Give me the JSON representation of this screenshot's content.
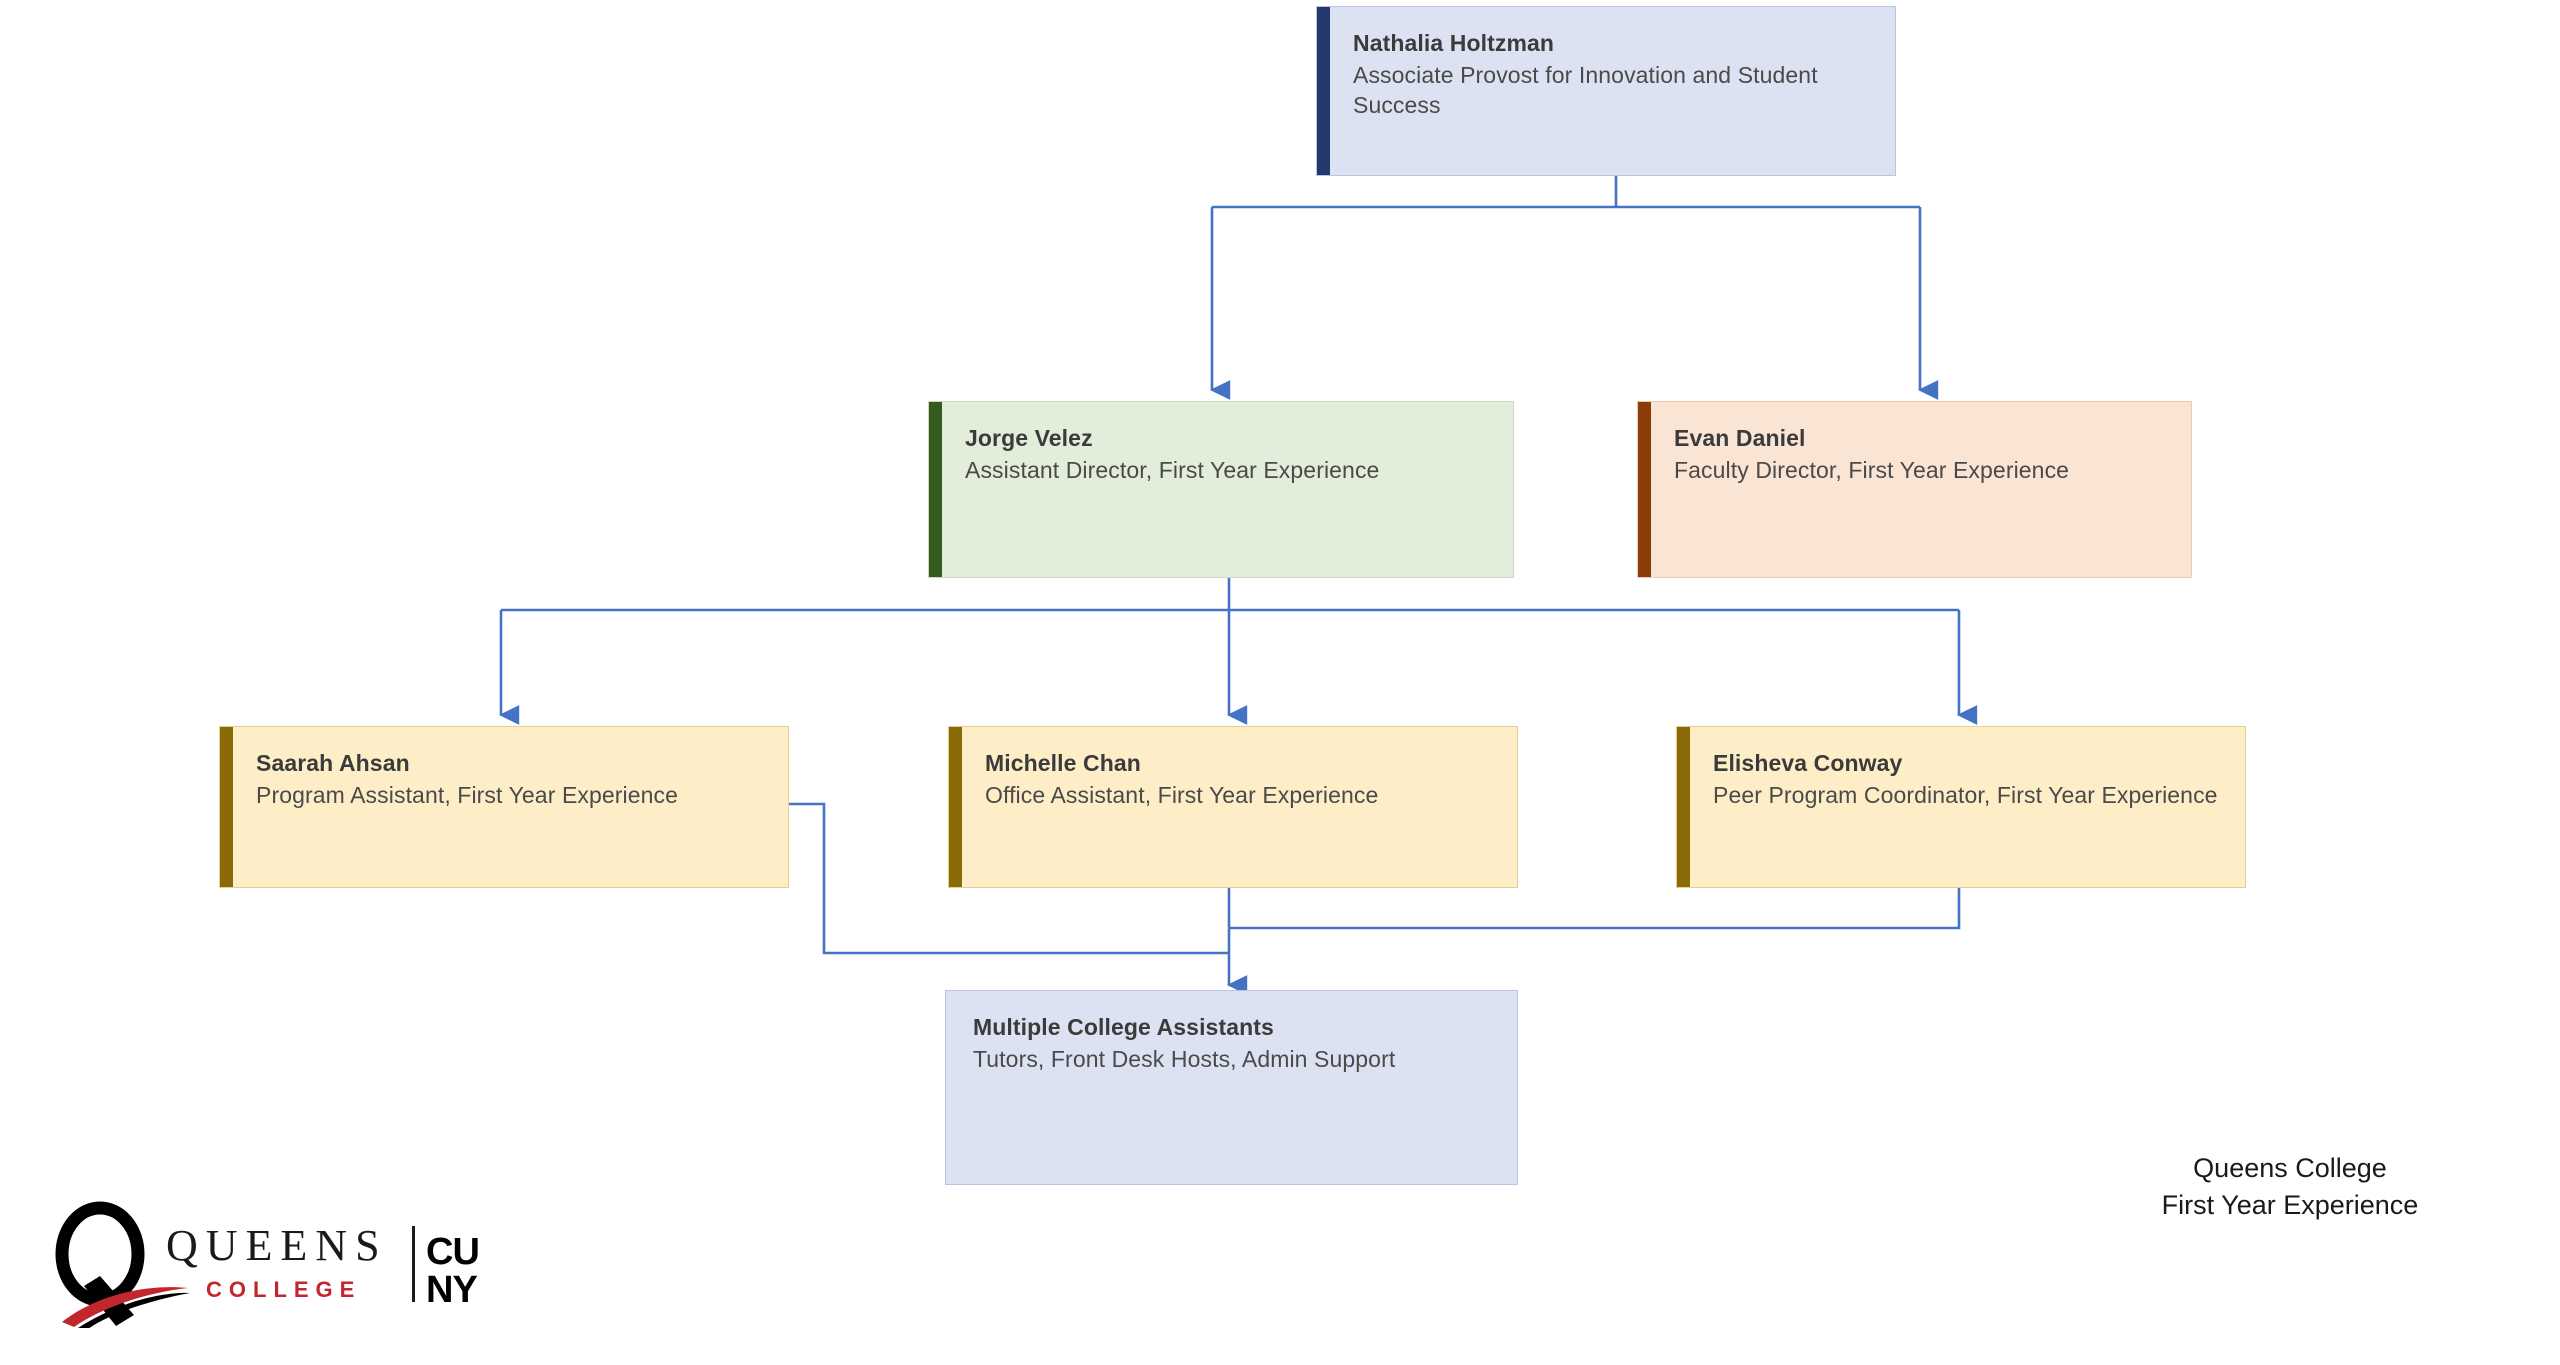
{
  "document": {
    "type": "organizational-chart",
    "institution": "Queens College",
    "unit": "First Year Experience"
  },
  "footer": {
    "line1": "Queens College",
    "line2": "First Year Experience"
  },
  "logo": {
    "wordmark": "QUEENS",
    "sub_wordmark": "COLLEGE",
    "system_mark_top": "CU",
    "system_mark_bottom": "NY",
    "alt": "Queens College CUNY logo"
  },
  "colors": {
    "blue_fill": "#dde2f2",
    "blue_accent": "#23396b",
    "green_fill": "#e2edda",
    "green_accent": "#355c1d",
    "orange_fill": "#fae4d3",
    "orange_accent": "#8b3d09",
    "yellow_fill": "#fdeec8",
    "yellow_accent": "#8a6b07",
    "connector": "#4472c4"
  },
  "nodes": [
    {
      "id": "nathalia-holtzman",
      "name": "Nathalia Holtzman",
      "title": "Associate Provost for Innovation and Student Success",
      "level": 1,
      "variant": "blue"
    },
    {
      "id": "jorge-velez",
      "name": "Jorge Velez",
      "title": "Assistant Director, First Year Experience",
      "level": 2,
      "variant": "green"
    },
    {
      "id": "evan-daniel",
      "name": "Evan Daniel",
      "title": "Faculty Director, First Year Experience",
      "level": 2,
      "variant": "orange"
    },
    {
      "id": "saarah-ahsan",
      "name": "Saarah Ahsan",
      "title": "Program Assistant, First Year Experience",
      "level": 3,
      "variant": "yellow"
    },
    {
      "id": "michelle-chan",
      "name": "Michelle Chan",
      "title": "Office Assistant, First Year Experience",
      "level": 3,
      "variant": "yellow"
    },
    {
      "id": "elisheva-conway",
      "name": "Elisheva Conway",
      "title": "Peer Program Coordinator, First Year Experience",
      "level": 3,
      "variant": "yellow"
    },
    {
      "id": "multiple-college-assistants",
      "name": "Multiple College Assistants",
      "title": "Tutors, Front Desk Hosts, Admin Support",
      "level": 4,
      "variant": "plain-blue"
    }
  ],
  "edges": [
    {
      "from": "nathalia-holtzman",
      "to": "jorge-velez"
    },
    {
      "from": "nathalia-holtzman",
      "to": "evan-daniel"
    },
    {
      "from": "jorge-velez",
      "to": "saarah-ahsan"
    },
    {
      "from": "jorge-velez",
      "to": "michelle-chan"
    },
    {
      "from": "jorge-velez",
      "to": "elisheva-conway"
    },
    {
      "from": "saarah-ahsan",
      "to": "multiple-college-assistants"
    },
    {
      "from": "michelle-chan",
      "to": "multiple-college-assistants"
    },
    {
      "from": "elisheva-conway",
      "to": "multiple-college-assistants"
    }
  ]
}
